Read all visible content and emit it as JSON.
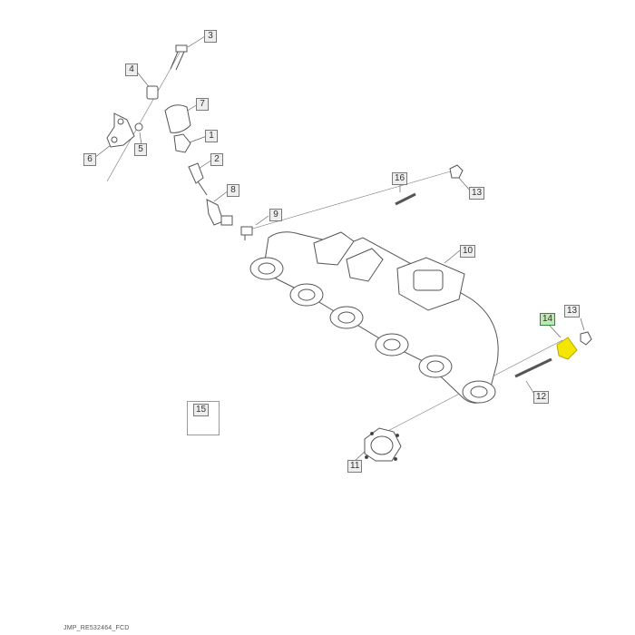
{
  "diagram": {
    "callouts": [
      "1",
      "2",
      "3",
      "4",
      "5",
      "6",
      "7",
      "8",
      "9",
      "10",
      "11",
      "12",
      "13",
      "13",
      "14",
      "15",
      "16"
    ],
    "selected_callout": "14",
    "highlight_color": "#f3e600",
    "selected_callout_color": "#bfe6b4",
    "line_color": "#555555",
    "footer_code": "JMP_RE532464_FCD"
  }
}
